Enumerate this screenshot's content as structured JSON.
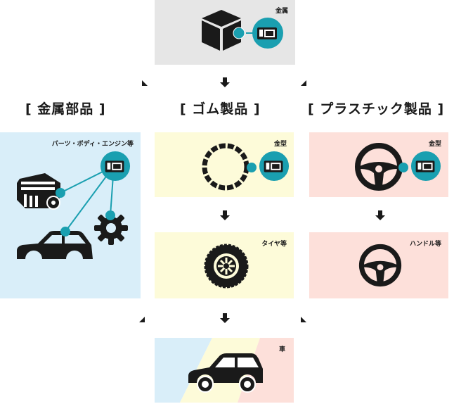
{
  "top": {
    "label": "金属"
  },
  "columns": {
    "metal": {
      "heading": "[ 金属部品 ]",
      "label": "パーツ・ボディ・エンジン等"
    },
    "rubber": {
      "heading": "[ ゴム製品 ]",
      "mold_label": "金型",
      "product_label": "タイヤ等"
    },
    "plastic": {
      "heading": "[ プラスチック製品 ]",
      "mold_label": "金型",
      "product_label": "ハンドル等"
    }
  },
  "bottom": {
    "label": "車"
  },
  "colors": {
    "metal_bg": "#d9eef9",
    "rubber_bg": "#fdfbd9",
    "plastic_bg": "#fde0da",
    "top_bg": "#e6e6e6",
    "accent": "#1a9fb0",
    "ink": "#1a1a1a"
  },
  "icons": [
    "box-icon",
    "machine-icon",
    "engine-icon",
    "gear-icon",
    "car-body-icon",
    "ring-icon",
    "tire-icon",
    "steering-wheel-icon",
    "car-icon",
    "arrow-icon"
  ]
}
